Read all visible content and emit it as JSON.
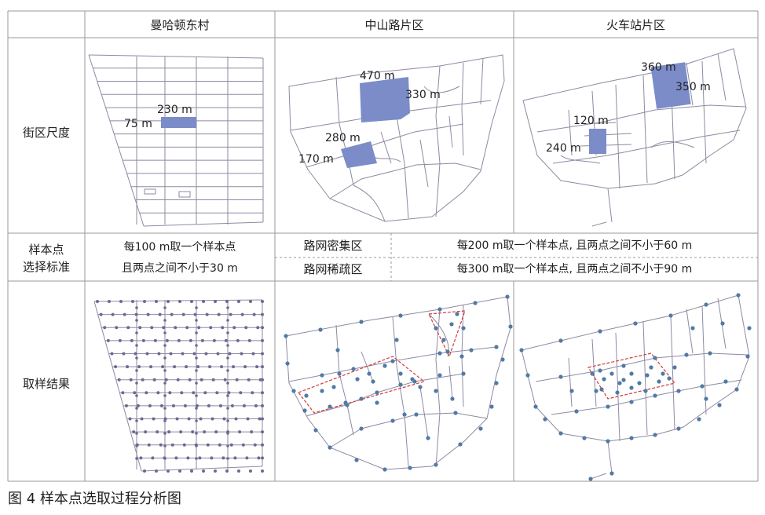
{
  "columns": [
    "曼哈顿东村",
    "中山路片区",
    "火车站片区"
  ],
  "rows": {
    "scale": "街区尺度",
    "criteria_line1": "样本点",
    "criteria_line2": "选择标准",
    "result": "取样结果"
  },
  "criteria": {
    "manhattan_line1": "每100 m取一个样本点",
    "manhattan_line2": "且两点之间不小于30 m",
    "dense_label": "路网密集区",
    "dense_rule": "每200 m取一个样本点, 且两点之间不小于60 m",
    "sparse_label": "路网稀疏区",
    "sparse_rule": "每300 m取一个样本点, 且两点之间不小于90 m"
  },
  "block_labels": {
    "manhattan": {
      "width": "230 m",
      "height": "75 m"
    },
    "zhongshan": {
      "a": "470 m",
      "b": "330 m",
      "c": "280 m",
      "d": "170 m"
    },
    "station": {
      "a": "360 m",
      "b": "350 m",
      "c": "120 m",
      "d": "240 m"
    }
  },
  "caption": "图 4  样本点选取过程分析图",
  "colors": {
    "block_fill": "#7b8cc8",
    "road": "#8e8aa2",
    "point": "#4f7aa6",
    "point_dark": "#6b6a93",
    "boundary": "#d23a3a",
    "grid_line": "#9a9a9a"
  }
}
